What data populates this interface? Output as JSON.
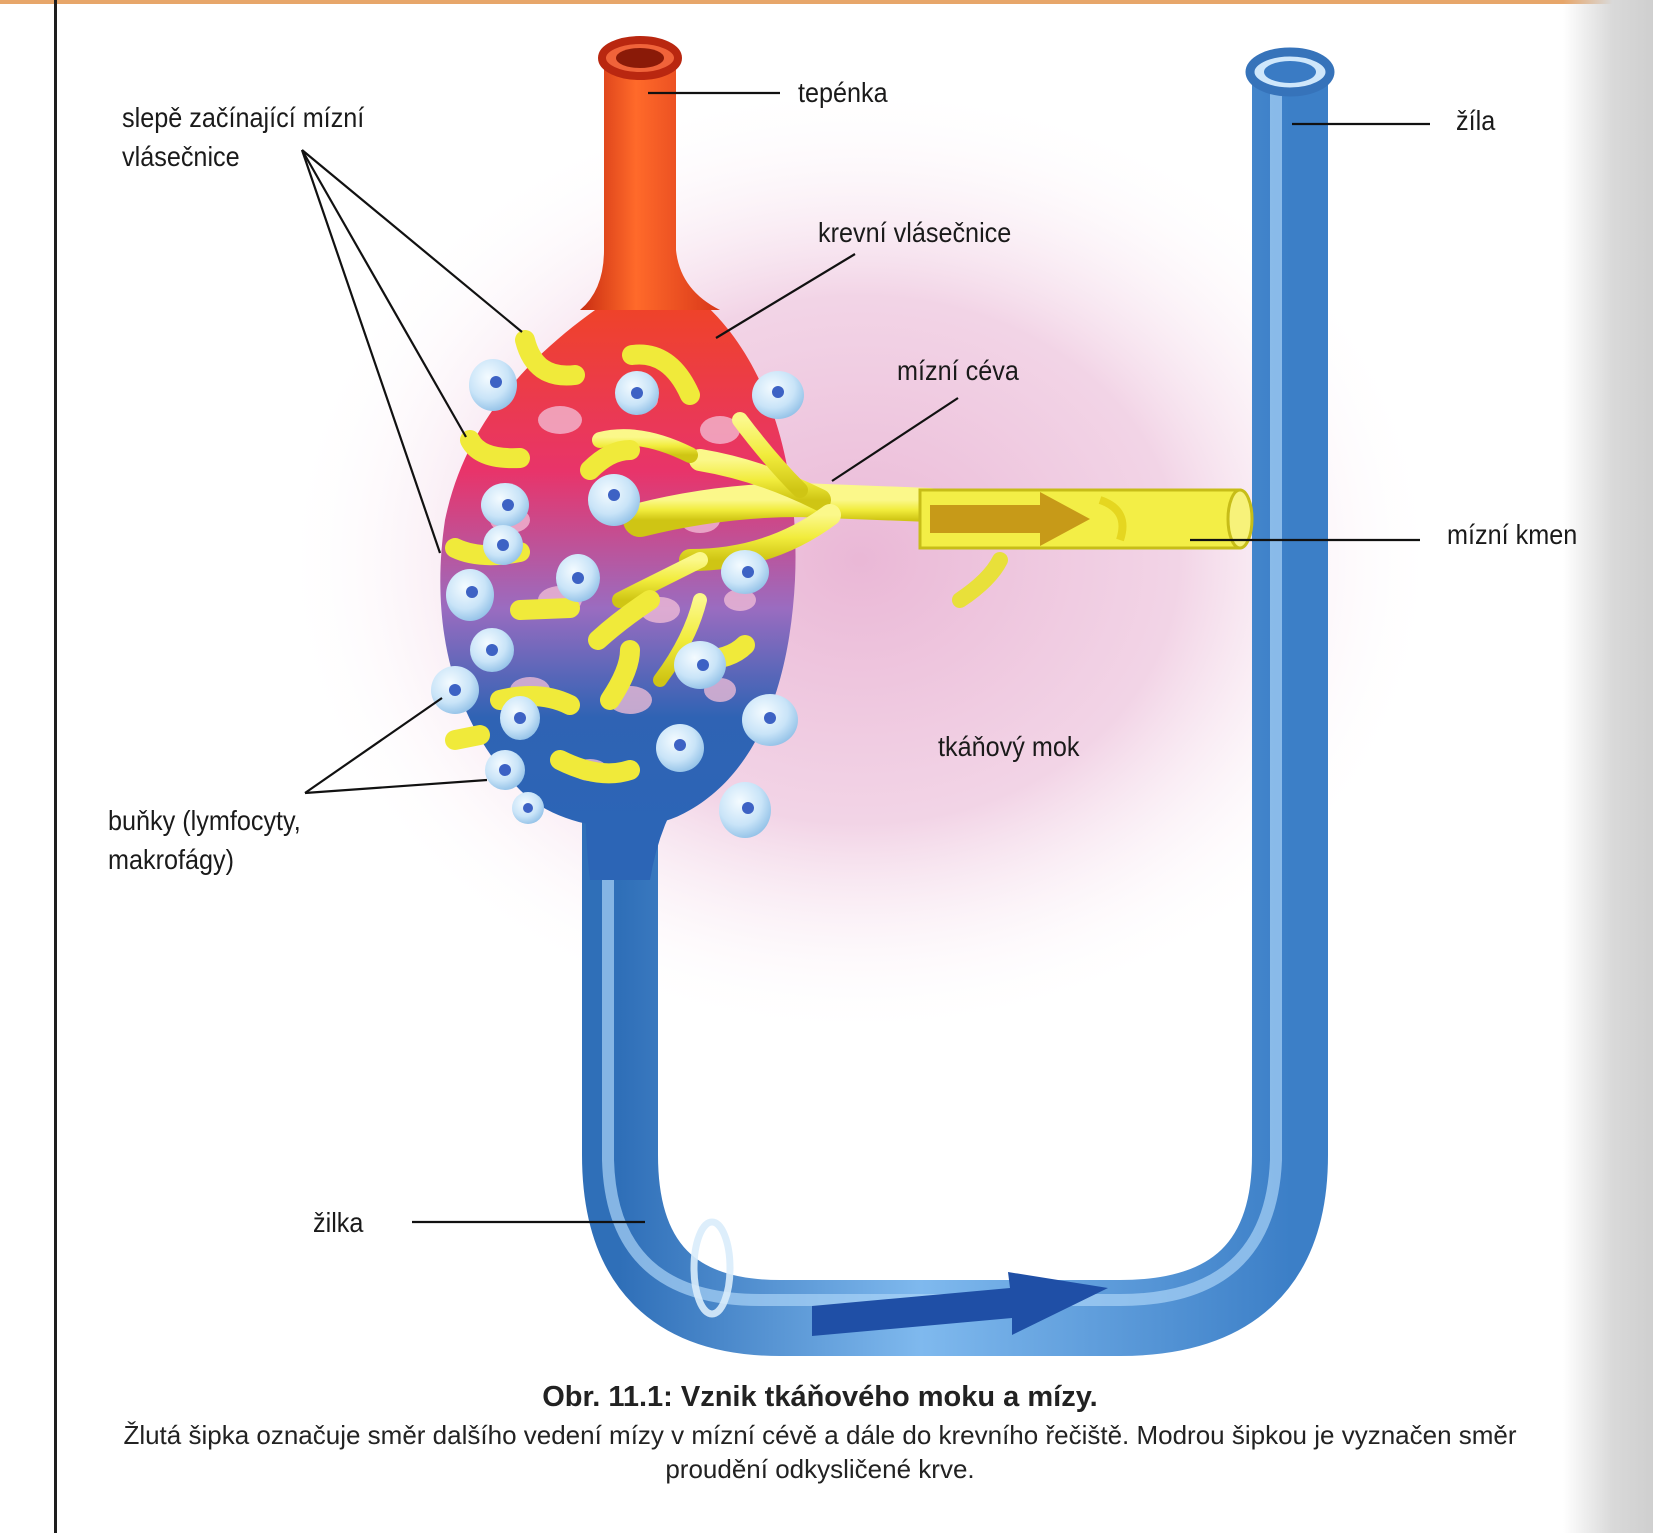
{
  "labels": {
    "tepenka": "tepénka",
    "zila": "žíla",
    "slepe_zacinajici_line1": "slepě začínající mízní",
    "slepe_zacinajici_line2": "vlásečnice",
    "krevni_vlasecnice": "krevní vlásečnice",
    "mizni_ceva": "mízní céva",
    "mizni_kmen": "mízní kmen",
    "tkanovy_mok": "tkáňový mok",
    "bunky_line1": "buňky (lymfocyty,",
    "bunky_line2": "makrofágy)",
    "zilka": "žilka"
  },
  "caption": {
    "title": "Obr. 11.1: Vznik tkáňového moku a mízy.",
    "text": "Žlutá šipka označuje směr dalšího vedení mízy v mízní cévě a dále do krevního řečiště. Modrou šipkou je vyznačen směr proudění odkysličené krve."
  },
  "colors": {
    "artery": "#e8431f",
    "vein": "#3f86cf",
    "lymph": "#f1ec3c",
    "cells": "#b9daf3",
    "tissue_fluid": "#e9b4d4",
    "flow_arrow_blue": "#1f4fa6",
    "flow_arrow_yellow": "#c79a18"
  }
}
